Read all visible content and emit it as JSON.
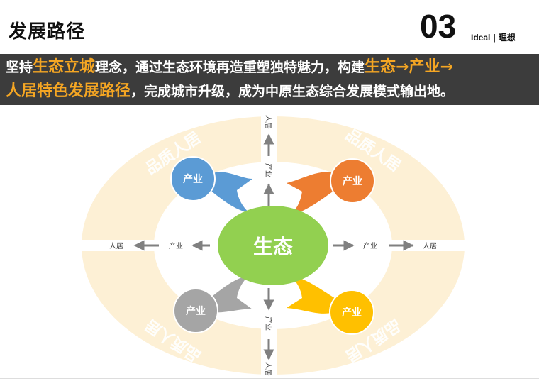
{
  "header": {
    "title": "发展路径",
    "page_number": "03",
    "section_en": "Ideal",
    "section_sep": "|",
    "section_cn": "理想"
  },
  "banner": {
    "line1": [
      {
        "text": "坚持",
        "highlight": false
      },
      {
        "text": "生态立城",
        "highlight": true
      },
      {
        "text": "理念，通过生态环境再造重塑独特魅力，构建",
        "highlight": false
      },
      {
        "text": "生态→产业→",
        "highlight": true
      }
    ],
    "line2": [
      {
        "text": "人居特色发展路径",
        "highlight": true
      },
      {
        "text": "，完成城市升级，成为中原生态综合发展模式输出地。",
        "highlight": false
      }
    ]
  },
  "diagram": {
    "center": "生态",
    "nodes": [
      {
        "position": "top-left",
        "label": "产业",
        "color": "#5b9bd5"
      },
      {
        "position": "top-right",
        "label": "产业",
        "color": "#ed7d31"
      },
      {
        "position": "bottom-left",
        "label": "产业",
        "color": "#a5a5a5"
      },
      {
        "position": "bottom-right",
        "label": "产业",
        "color": "#ffc000"
      }
    ],
    "quadrant_labels": [
      "品质人居",
      "品质人居",
      "品质人居",
      "品质人居"
    ],
    "axis": {
      "left": [
        "产业",
        "人居"
      ],
      "right": [
        "产业",
        "人居"
      ],
      "top": [
        "产业",
        "人居"
      ],
      "bottom": [
        "产业",
        "人居"
      ]
    },
    "colors": {
      "center": "#92d050",
      "ring_outer": "#fdf0d5",
      "ring_inner": "#fbe3b8",
      "arrow": "#808080",
      "banner_bg": "#3c3c3c",
      "highlight": "#f5a623"
    }
  }
}
